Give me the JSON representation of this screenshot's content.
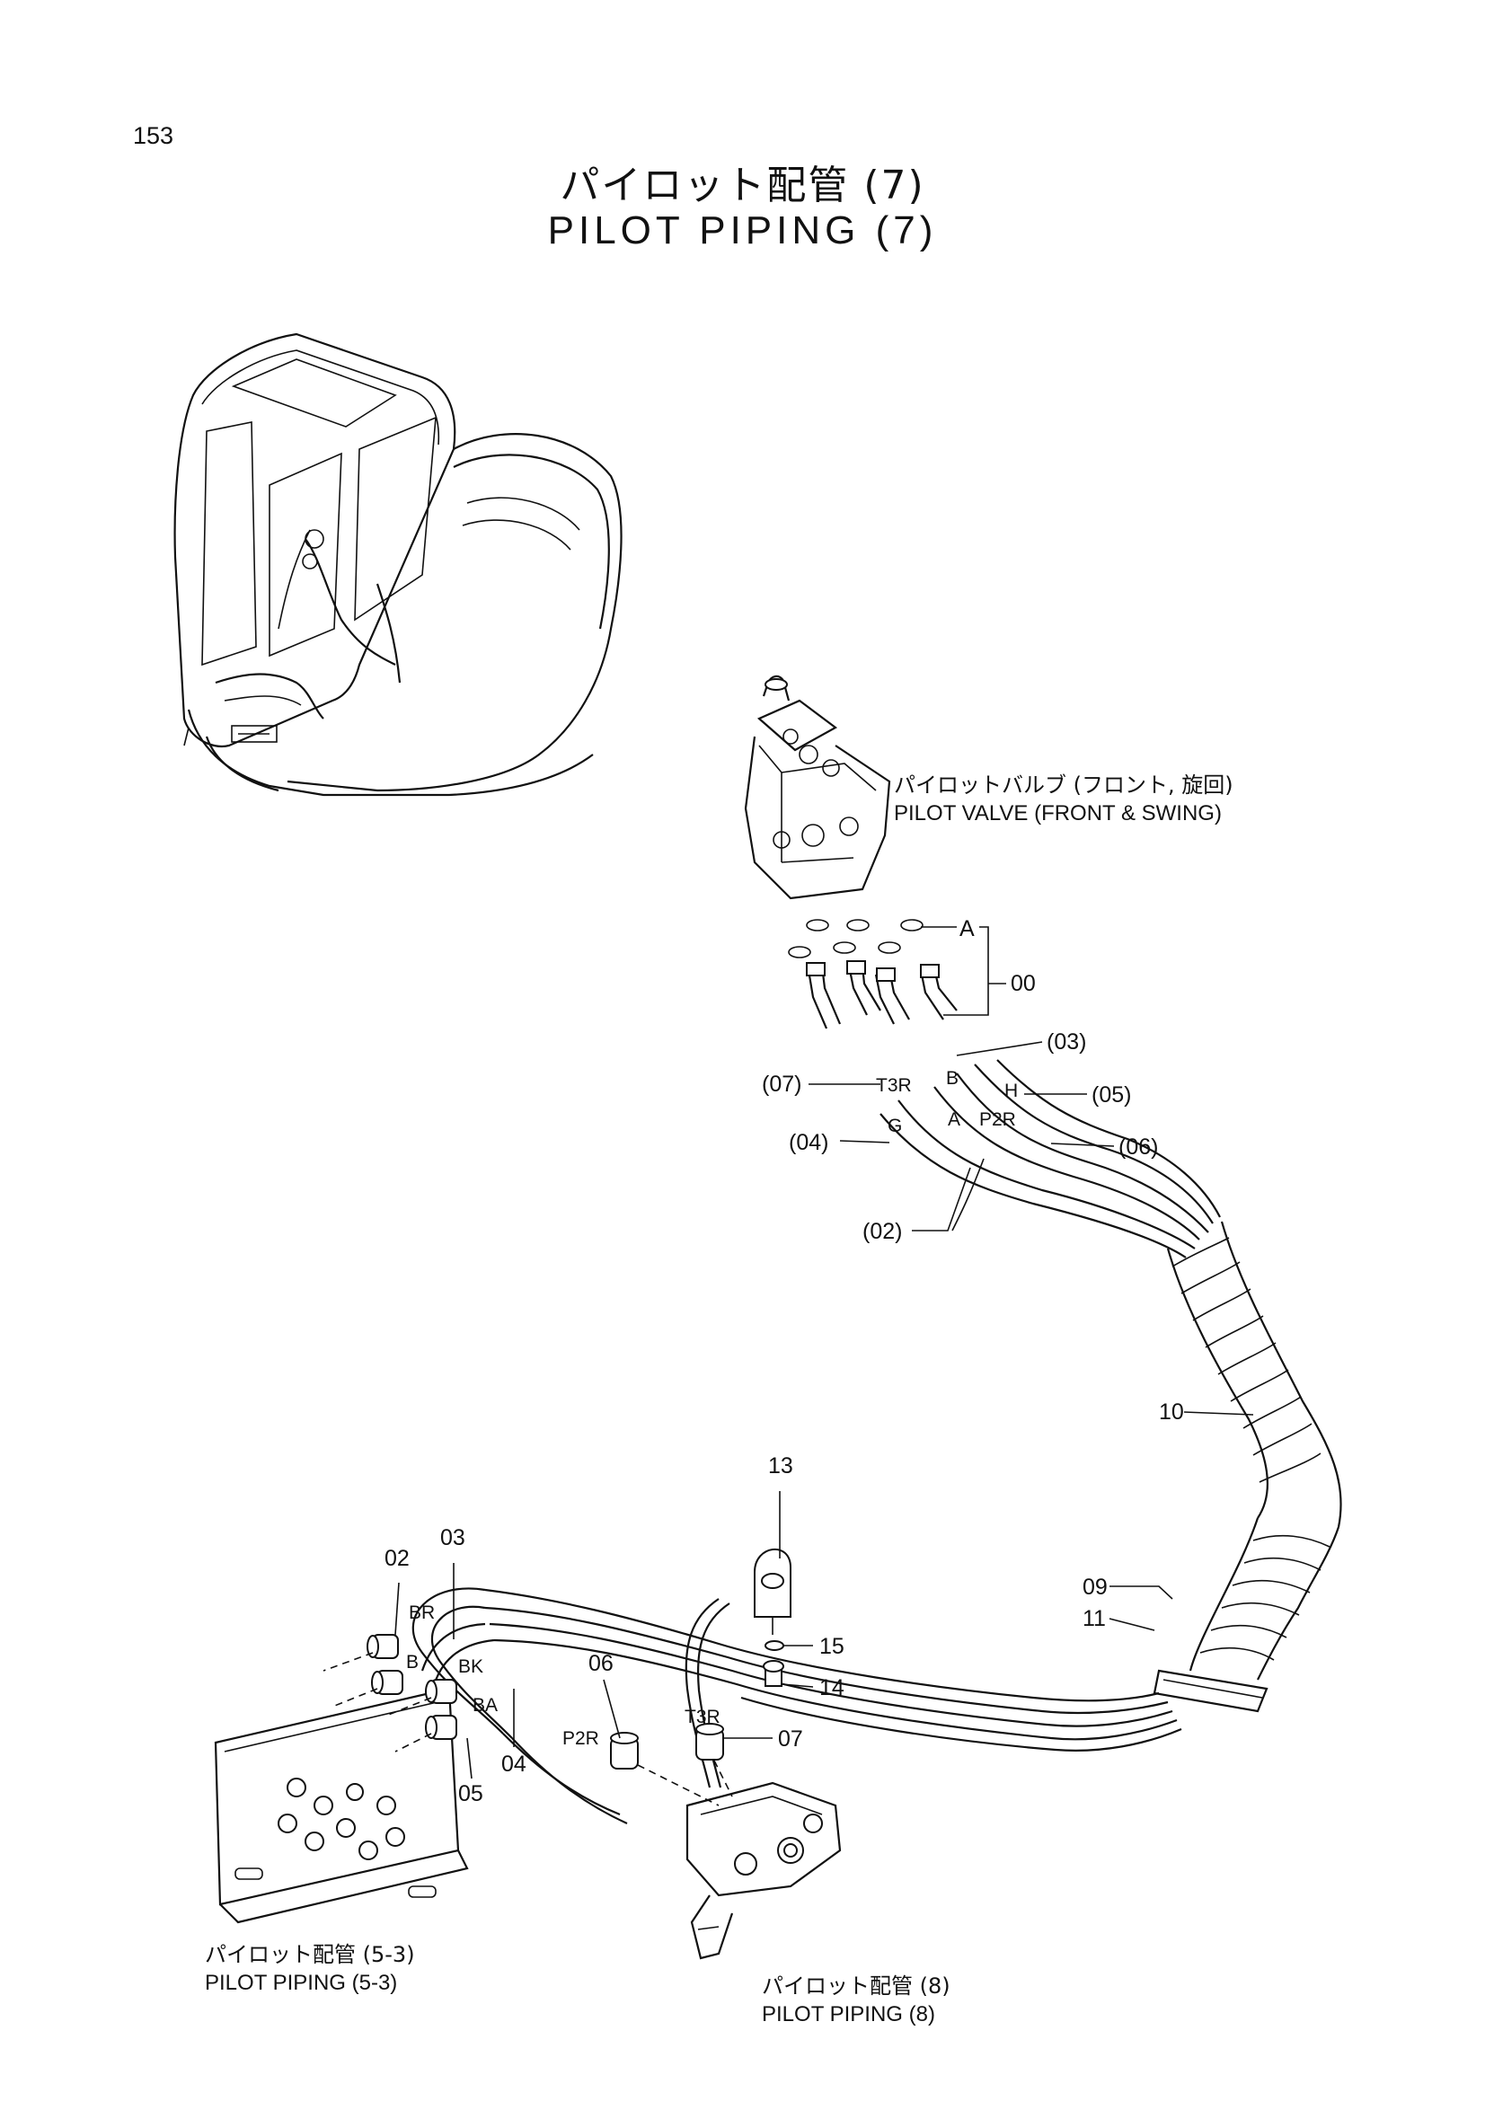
{
  "page": {
    "number": "153",
    "title_jp": "パイロット配管 (7)",
    "title_en": "PILOT PIPING (7)"
  },
  "captions": {
    "pilot_valve": {
      "jp": "パイロットバルブ (フロント, 旋回)",
      "en": "PILOT VALVE (FRONT & SWING)"
    },
    "ref_5_3": {
      "jp": "パイロット配管 (5-3)",
      "en": "PILOT PIPING (5-3)"
    },
    "ref_8": {
      "jp": "パイロット配管 (8)",
      "en": "PILOT PIPING (8)"
    }
  },
  "callouts": {
    "a": "A",
    "p00": "00",
    "p03_paren": "(03)",
    "p07_paren": "(07)",
    "p05_paren": "(05)",
    "p04_paren": "(04)",
    "p06_paren": "(06)",
    "p02_paren": "(02)",
    "p10": "10",
    "p13": "13",
    "p09": "09",
    "p11": "11",
    "p15": "15",
    "p14": "14",
    "p07": "07",
    "p06": "06",
    "p02": "02",
    "p03": "03",
    "p04": "04",
    "p05": "05"
  },
  "port_labels": {
    "t3r": "T3R",
    "b": "B",
    "h": "H",
    "a": "A",
    "p2r": "P2R",
    "g": "G",
    "br": "BR",
    "bk": "BK",
    "ba": "BA"
  }
}
